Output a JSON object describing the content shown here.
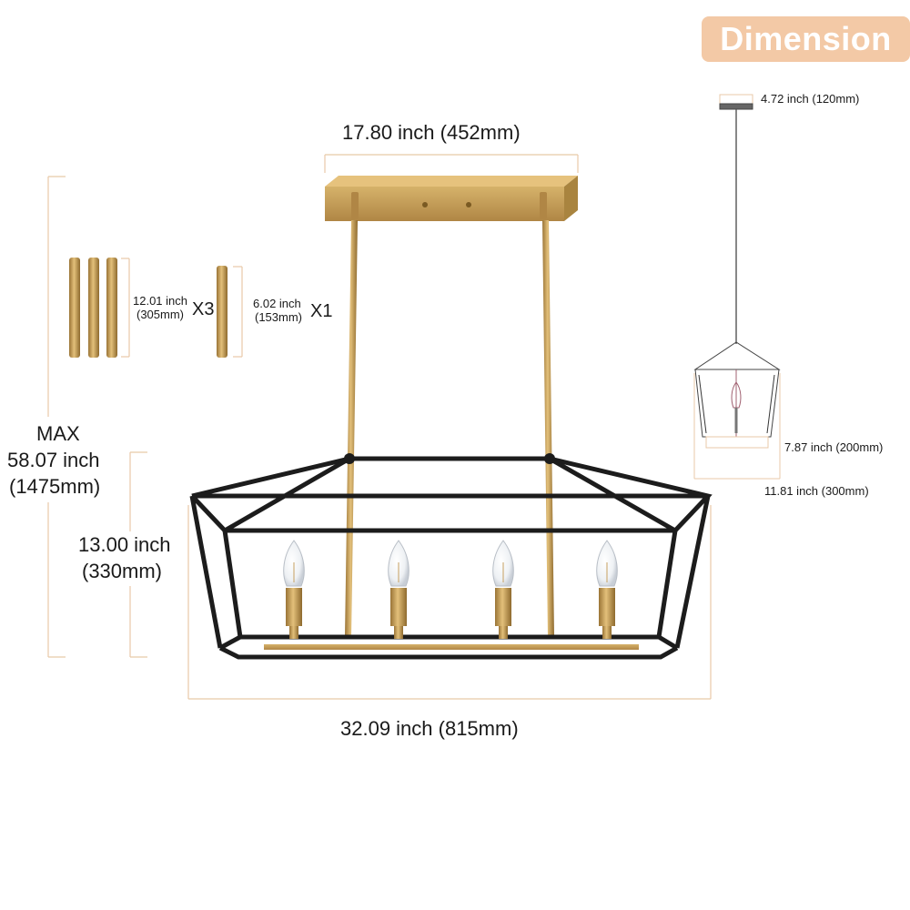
{
  "badge": {
    "title": "Dimension",
    "color": "#f3c9a6"
  },
  "colors": {
    "gold": "#c9a15b",
    "dim_line": "#e8c9a8",
    "frame": "#1c1c1c"
  },
  "icons": [
    "chandelier-illustration",
    "rod-illustration",
    "pendant-side-view-illustration",
    "bulb-icon"
  ],
  "dimensions": {
    "canopy_width": "17.80 inch (452mm)",
    "max_height_prefix": "MAX",
    "max_height_inch": "58.07 inch",
    "max_height_mm": "(1475mm)",
    "body_height_inch": "13.00 inch",
    "body_height_mm": "(330mm)",
    "body_width": "32.09 inch (815mm)",
    "side_canopy": "4.72 inch (120mm)",
    "side_height": "7.87 inch (200mm)",
    "side_width": "11.81 inch (300mm)"
  },
  "rods": {
    "long": {
      "inch": "12.01 inch",
      "mm": "(305mm)",
      "qty": "X3"
    },
    "short": {
      "inch": "6.02 inch",
      "mm": "(153mm)",
      "qty": "X1"
    }
  }
}
